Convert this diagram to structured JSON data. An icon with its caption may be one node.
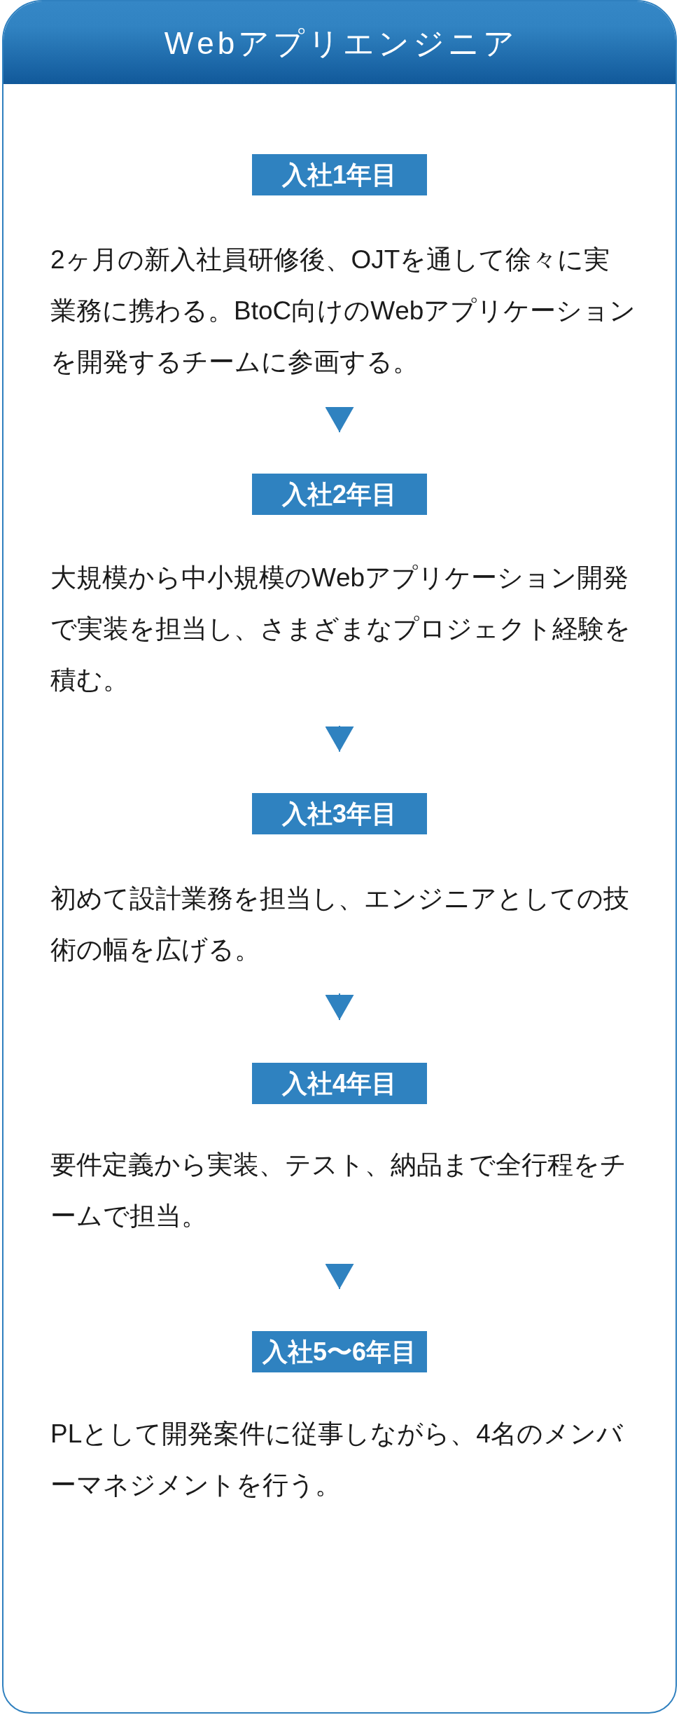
{
  "diagram": {
    "nodes": [
      {
        "text": [
          "Webアプリエンジニア"
        ]
      },
      {
        "text": [
          "入社1年目"
        ],
        "in": 0,
        "beside": [
          "2ヶ月の新入社員研修後、OJTを通して徐々に実業務に携わる。BtoC向けのWebアプリケーションを開発するチームに参画する。"
        ]
      },
      {
        "text": [
          "入社2年目"
        ],
        "in": 0,
        "beside": [
          "大規模から中小規模のWebアプリケーション開発で実装を担当し、さまざまなプロジェクト経験を積む。"
        ]
      },
      {
        "text": [
          "入社3年目"
        ],
        "in": 0,
        "beside": [
          "初めて設計業務を担当し、エンジニアとしての技術の幅を広げる。"
        ]
      },
      {
        "text": [
          "入社4年目"
        ],
        "in": 0,
        "beside": [
          "要件定義から実装、テスト、納品まで全行程をチームで担当。"
        ]
      },
      {
        "text": [
          "入社5〜6年目"
        ],
        "in": 0,
        "beside": [
          "PLとして開発案件に従事しながら、4名のメンバーマネジメントを行う。"
        ]
      }
    ],
    "edges": [
      {
        "from": 1,
        "to": 2,
        "arrow": "to"
      },
      {
        "from": 2,
        "to": 3,
        "arrow": "to"
      },
      {
        "from": 3,
        "to": 4,
        "arrow": "to"
      },
      {
        "from": 4,
        "to": 5,
        "arrow": "to"
      }
    ]
  }
}
